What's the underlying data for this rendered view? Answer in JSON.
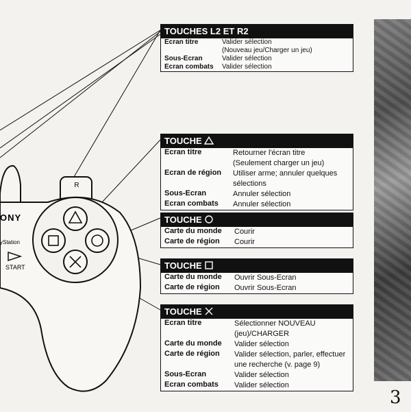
{
  "page_number": "3",
  "controller": {
    "r_label": "R",
    "brand": "ONY",
    "sub_brand": "yStation",
    "start_label": "START"
  },
  "boxes": {
    "l2r2": {
      "title": "TOUCHES L2 ET R2",
      "rows": [
        {
          "key": "Ecran titre",
          "lines": [
            "Valider sélection",
            "(Nouveau jeu/Charger un jeu)"
          ]
        },
        {
          "key": "Sous-Ecran",
          "lines": [
            "Valider sélection"
          ]
        },
        {
          "key": "Ecran combats",
          "lines": [
            "Valider sélection"
          ]
        }
      ]
    },
    "triangle": {
      "title": "TOUCHE",
      "symbol": "triangle-icon",
      "rows": [
        {
          "key": "Ecran titre",
          "lines": [
            "Retourner l'écran titre",
            "(Seulement charger un jeu)"
          ]
        },
        {
          "key": "Ecran de région",
          "lines": [
            "Utiliser arme; annuler quelques",
            "sélections"
          ]
        },
        {
          "key": "Sous-Ecran",
          "lines": [
            "Annuler sélection"
          ]
        },
        {
          "key": "Ecran combats",
          "lines": [
            "Annuler sélection"
          ]
        }
      ]
    },
    "circle": {
      "title": "TOUCHE",
      "symbol": "circle-icon",
      "rows": [
        {
          "key": "Carte du monde",
          "lines": [
            "Courir"
          ]
        },
        {
          "key": "Carte de région",
          "lines": [
            "Courir"
          ]
        }
      ]
    },
    "square": {
      "title": "TOUCHE",
      "symbol": "square-icon",
      "rows": [
        {
          "key": "Carte du monde",
          "lines": [
            "Ouvrir Sous-Ecran"
          ]
        },
        {
          "key": "Carte de région",
          "lines": [
            "Ouvrir Sous-Ecran"
          ]
        }
      ]
    },
    "cross": {
      "title": "TOUCHE",
      "symbol": "cross-icon",
      "rows": [
        {
          "key": "Ecran titre",
          "lines": [
            "Sélectionner NOUVEAU",
            "(jeu)/CHARGER"
          ]
        },
        {
          "key": "Carte du monde",
          "lines": [
            "Valider sélection"
          ]
        },
        {
          "key": "Carte de région",
          "lines": [
            "Valider sélection, parler, effectuer",
            "une recherche (v. page 9)"
          ]
        },
        {
          "key": "Sous-Ecran",
          "lines": [
            "Valider sélection"
          ]
        },
        {
          "key": "Ecran combats",
          "lines": [
            "Valider sélection"
          ]
        }
      ]
    }
  }
}
